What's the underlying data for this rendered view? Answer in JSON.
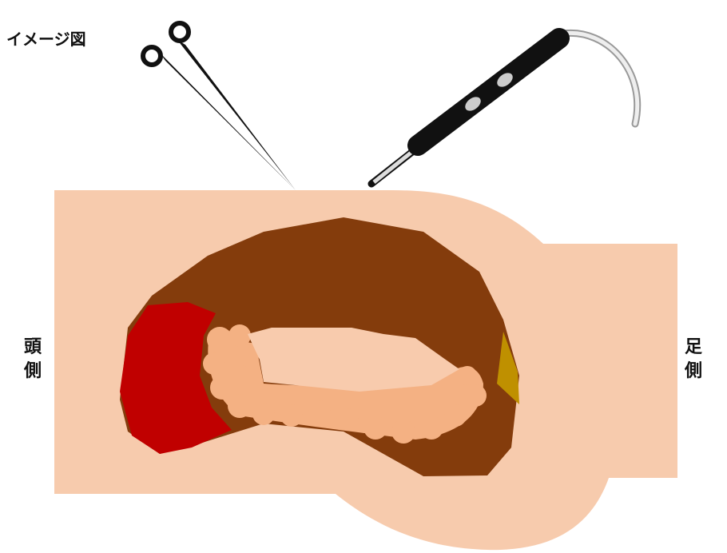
{
  "title": "イメージ図",
  "labels": {
    "head_side": "頭側",
    "foot_side": "足側"
  },
  "colors": {
    "skin": "#f7cbad",
    "liver": "#843c0c",
    "red_region": "#c00000",
    "yellow_region": "#bf9000",
    "salmon": "#f4b183",
    "pale": "#f8cbad"
  },
  "icons": [
    "scissors-icon",
    "electrosurgical-pen-icon"
  ]
}
